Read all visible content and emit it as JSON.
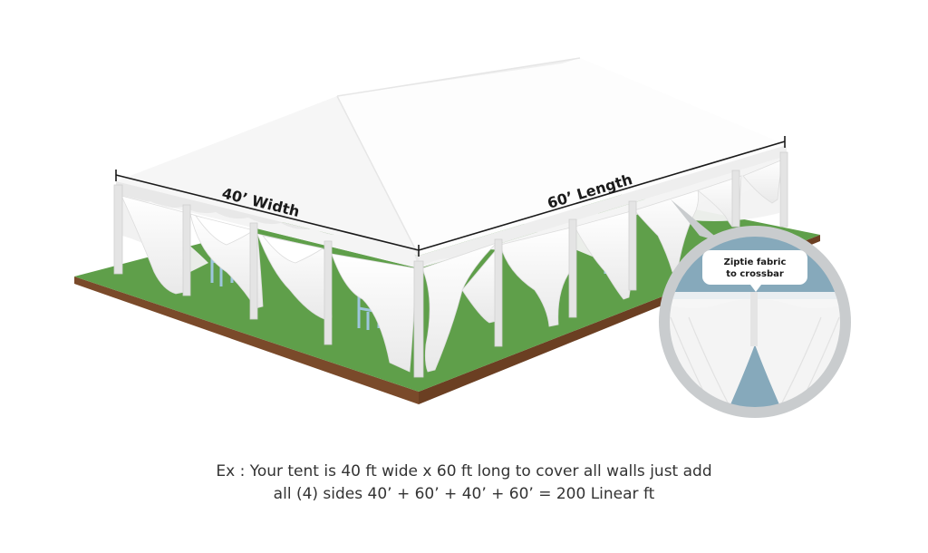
{
  "labels": {
    "width": "40’ Width",
    "length": "60’ Length"
  },
  "callout": {
    "line1": "Ziptie fabric",
    "line2": "to crossbar"
  },
  "caption": {
    "line1": "Ex : Your tent is 40 ft wide x 60 ft long to cover all walls just add",
    "line2": "all (4) sides 40’ + 60’ + 40’ + 60’ = 200 Linear ft"
  },
  "colors": {
    "grass": "#5f9f4a",
    "soil": "#7a4a2a",
    "roof_light": "#fafafa",
    "roof_shade": "#ececec",
    "drape": "#f3f3f3",
    "pole": "#e8e8e8",
    "callout_ring": "#c9ccce",
    "callout_sky": "#86a9bb",
    "chair": "#9ec6dd"
  }
}
